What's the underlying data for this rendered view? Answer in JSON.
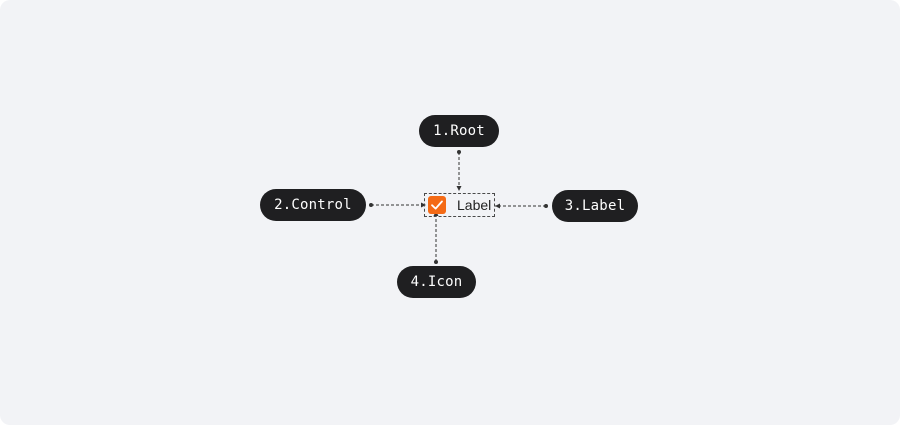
{
  "colors": {
    "background": "#f2f3f6",
    "pill": "#1f1f21",
    "pill_text": "#ffffff",
    "checkbox_fill": "#f46a15",
    "connector": "#333333"
  },
  "icons": {
    "checkbox": "checkmark-icon"
  },
  "anatomy": {
    "checkbox": {
      "checked": true,
      "label": "Label"
    },
    "parts": [
      {
        "label": "1.Root"
      },
      {
        "label": "2.Control"
      },
      {
        "label": "3.Label"
      },
      {
        "label": "4.Icon"
      }
    ]
  }
}
